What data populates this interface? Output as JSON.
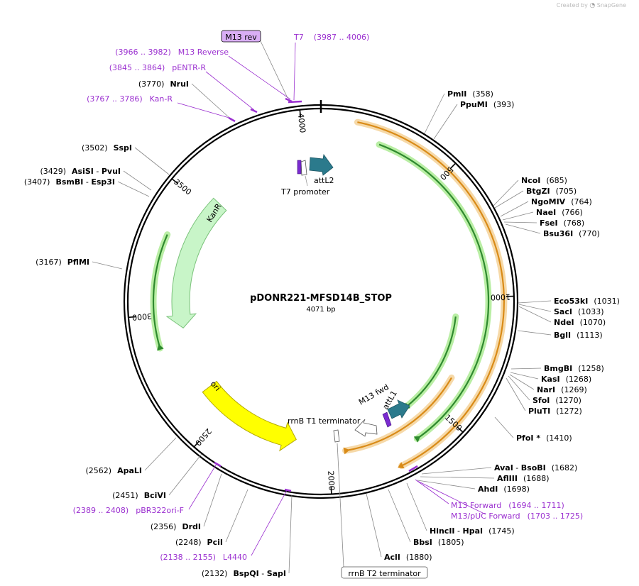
{
  "credit": {
    "prefix": "Created by",
    "brand": "SnapGene"
  },
  "plasmid": {
    "name": "pDONR221-MFSD14B_STOP",
    "length_label": "4071 bp",
    "length": 4071
  },
  "colors": {
    "enzyme": "#000000",
    "primer": "#9b30d0",
    "tick": "#333333",
    "backbone": "#000000"
  },
  "ticks": [
    {
      "label": "500",
      "pos": 500
    },
    {
      "label": "1000",
      "pos": 1000
    },
    {
      "label": "1500",
      "pos": 1500
    },
    {
      "label": "2000",
      "pos": 2000
    },
    {
      "label": "2500",
      "pos": 2500
    },
    {
      "label": "3000",
      "pos": 3000
    },
    {
      "label": "3500",
      "pos": 3500
    },
    {
      "label": "4000",
      "pos": 4000
    }
  ],
  "features": [
    {
      "name": "orange_outer",
      "start": 130,
      "end": 1740,
      "dir": 1,
      "fill": "#d98b18",
      "glow": "#f6d9a8",
      "rad": 258
    },
    {
      "name": "green_outer",
      "start": 230,
      "end": 1640,
      "dir": -1,
      "fill": "#2f8a2f",
      "glow": "#b9eea4",
      "rad": 236
    },
    {
      "name": "orange_inner",
      "start": 1360,
      "end": 1930,
      "dir": -1,
      "fill": "#d98b18",
      "glow": "#f6d9a8",
      "rad": 213
    },
    {
      "name": "green_inner",
      "start": 1090,
      "end": 1590,
      "dir": 1,
      "fill": "#2f8a2f",
      "glow": "#b9eea4",
      "rad": 191
    },
    {
      "name": "KanR_outer",
      "start": 3320,
      "end": 2870,
      "dir": 1,
      "fill": "#2f8a2f",
      "glow": "#b9eea4",
      "rad": 236
    }
  ],
  "regions": {
    "kanr": {
      "label": "KanR",
      "start": 3550,
      "end": 2930,
      "fill": "#c8f5c8",
      "stroke": "#7ac27a"
    },
    "ori": {
      "label": "ori",
      "start": 2630,
      "end": 2150,
      "fill": "#ffff00",
      "stroke": "#b3a800"
    }
  },
  "small_features": [
    {
      "label": "T7 promoter",
      "color": "#ffffff"
    },
    {
      "label": "attL2",
      "color": "#2b7a8c"
    },
    {
      "label": "attL1",
      "color": "#2b7a8c"
    },
    {
      "label": "M13 fwd",
      "color": "#7a2bd0"
    },
    {
      "label": "rrnB T1 terminator",
      "color": "#ffffff"
    }
  ],
  "boxed": [
    {
      "label": "M13 rev",
      "style": "primer"
    },
    {
      "label": "rrnB T2 terminator",
      "style": "plain"
    }
  ],
  "enzymes_right": [
    {
      "name": "PmlI",
      "pos": "(358)"
    },
    {
      "name": "PpuMI",
      "pos": "(393)"
    },
    {
      "name": "NcoI",
      "pos": "(685)"
    },
    {
      "name": "BtgZI",
      "pos": "(705)"
    },
    {
      "name": "NgoMIV",
      "pos": "(764)"
    },
    {
      "name": "NaeI",
      "pos": "(766)"
    },
    {
      "name": "FseI",
      "pos": "(768)"
    },
    {
      "name": "Bsu36I",
      "pos": "(770)"
    },
    {
      "name": "Eco53kI",
      "pos": "(1031)"
    },
    {
      "name": "SacI",
      "pos": "(1033)"
    },
    {
      "name": "NdeI",
      "pos": "(1070)"
    },
    {
      "name": "BglI",
      "pos": "(1113)"
    },
    {
      "name": "BmgBI",
      "pos": "(1258)"
    },
    {
      "name": "KasI",
      "pos": "(1268)"
    },
    {
      "name": "NarI",
      "pos": "(1269)"
    },
    {
      "name": "SfoI",
      "pos": "(1270)"
    },
    {
      "name": "PluTI",
      "pos": "(1272)"
    },
    {
      "name": "PfoI *",
      "pos": "(1410)"
    },
    {
      "name": "AvaI",
      "name2": "BsoBI",
      "pos": "(1682)"
    },
    {
      "name": "AflIII",
      "pos": "(1688)"
    },
    {
      "name": "AhdI",
      "pos": "(1698)"
    },
    {
      "name": "HincII",
      "name2": "HpaI",
      "pos": "(1745)"
    },
    {
      "name": "BbsI",
      "pos": "(1805)"
    },
    {
      "name": "AclI",
      "pos": "(1880)"
    }
  ],
  "primers_right": [
    {
      "name": "T7",
      "range": "(3987 .. 4006)"
    },
    {
      "name": "M13 Forward",
      "range": "(1694 .. 1711)"
    },
    {
      "name": "M13/pUC Forward",
      "range": "(1703 .. 1725)"
    }
  ],
  "enzymes_left": [
    {
      "name": "NruI",
      "pos": "(3770)"
    },
    {
      "name": "SspI",
      "pos": "(3502)"
    },
    {
      "name": "AsiSI",
      "name2": "PvuI",
      "pos": "(3429)"
    },
    {
      "name": "BsmBI",
      "name2": "Esp3I",
      "pos": "(3407)"
    },
    {
      "name": "PflMI",
      "pos": "(3167)"
    },
    {
      "name": "ApaLI",
      "pos": "(2562)"
    },
    {
      "name": "BciVI",
      "pos": "(2451)"
    },
    {
      "name": "DrdI",
      "pos": "(2356)"
    },
    {
      "name": "PciI",
      "pos": "(2248)"
    },
    {
      "name": "BspQI",
      "name2": "SapI",
      "pos": "(2132)"
    }
  ],
  "primers_left": [
    {
      "name": "M13 Reverse",
      "range": "(3966 .. 3982)"
    },
    {
      "name": "pENTR-R",
      "range": "(3845 .. 3864)"
    },
    {
      "name": "Kan-R",
      "range": "(3767 .. 3786)"
    },
    {
      "name": "pBR322ori-F",
      "range": "(2389 .. 2408)"
    },
    {
      "name": "L4440",
      "range": "(2138 .. 2155)"
    }
  ]
}
